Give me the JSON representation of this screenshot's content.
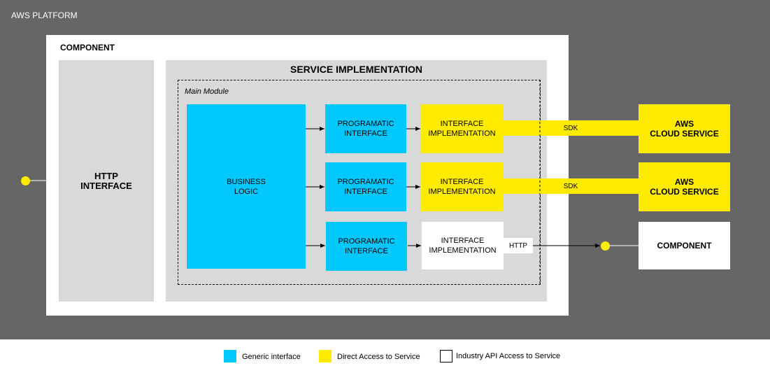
{
  "platform": {
    "title": "AWS PLATFORM"
  },
  "component": {
    "title": "COMPONENT",
    "http_interface": "HTTP\nINTERFACE",
    "service_implementation": {
      "title": "SERVICE IMPLEMENTATION",
      "main_module": {
        "title": "Main Module",
        "business_logic": "BUSINESS\nLOGIC",
        "rows": [
          {
            "programatic": "PROGRAMATIC\nINTERFACE",
            "implementation": "INTERFACE\nIMPLEMENTATION",
            "connector": "SDK",
            "type": "direct"
          },
          {
            "programatic": "PROGRAMATIC\nINTERFACE",
            "implementation": "INTERFACE\nIMPLEMENTATION",
            "connector": "SDK",
            "type": "direct"
          },
          {
            "programatic": "PROGRAMATIC\nINTERFACE",
            "implementation": "INTERFACE\nIMPLEMENTATION",
            "connector": "HTTP",
            "type": "industry"
          }
        ]
      }
    }
  },
  "external": [
    {
      "label": "AWS\nCLOUD SERVICE"
    },
    {
      "label": "AWS\nCLOUD SERVICE"
    },
    {
      "label": "COMPONENT"
    }
  ],
  "legend": [
    {
      "label": "Generic interface",
      "color": "#00c8ff"
    },
    {
      "label": "Direct Access to Service",
      "color": "#ffeb00"
    },
    {
      "label": "Industry API Access to Service",
      "color": "#ffffff"
    }
  ],
  "colors": {
    "generic": "#00c8ff",
    "direct": "#ffeb00",
    "platform": "#666666",
    "panel": "#d9d9d9"
  }
}
